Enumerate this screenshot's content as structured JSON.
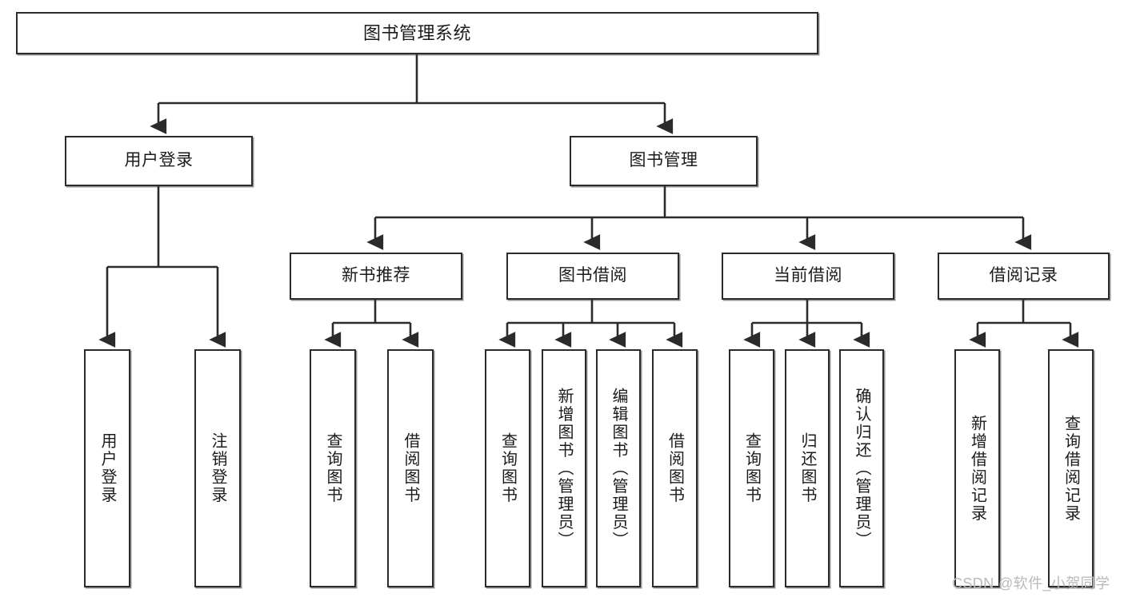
{
  "diagram": {
    "title": "图书管理系统",
    "type": "tree-hierarchy",
    "watermark": "CSDN @软件_小贺同学",
    "colors": {
      "box_border": "#2b2b2b",
      "box_fill": "#ffffff",
      "connector": "#2b2b2b",
      "text": "#1b1b1b",
      "watermark": "#b9b9b9"
    },
    "nodes": {
      "root": {
        "label": "图书管理系统"
      },
      "level2": [
        {
          "label": "用户登录"
        },
        {
          "label": "图书管理"
        }
      ],
      "level3": [
        {
          "label": "新书推荐"
        },
        {
          "label": "图书借阅"
        },
        {
          "label": "当前借阅"
        },
        {
          "label": "借阅记录"
        }
      ],
      "leaves": [
        {
          "label": "用户登录",
          "parent": "用户登录"
        },
        {
          "label": "注销登录",
          "parent": "用户登录"
        },
        {
          "label": "查询图书",
          "parent": "新书推荐"
        },
        {
          "label": "借阅图书",
          "parent": "新书推荐"
        },
        {
          "label": "查询图书",
          "parent": "图书借阅"
        },
        {
          "label": "新增图书（管理员）",
          "parent": "图书借阅"
        },
        {
          "label": "编辑图书（管理员）",
          "parent": "图书借阅"
        },
        {
          "label": "借阅图书",
          "parent": "图书借阅"
        },
        {
          "label": "查询图书",
          "parent": "当前借阅"
        },
        {
          "label": "归还图书",
          "parent": "当前借阅"
        },
        {
          "label": "确认归还（管理员）",
          "parent": "当前借阅"
        },
        {
          "label": "新增借阅记录",
          "parent": "借阅记录"
        },
        {
          "label": "查询借阅记录",
          "parent": "借阅记录"
        }
      ]
    }
  }
}
